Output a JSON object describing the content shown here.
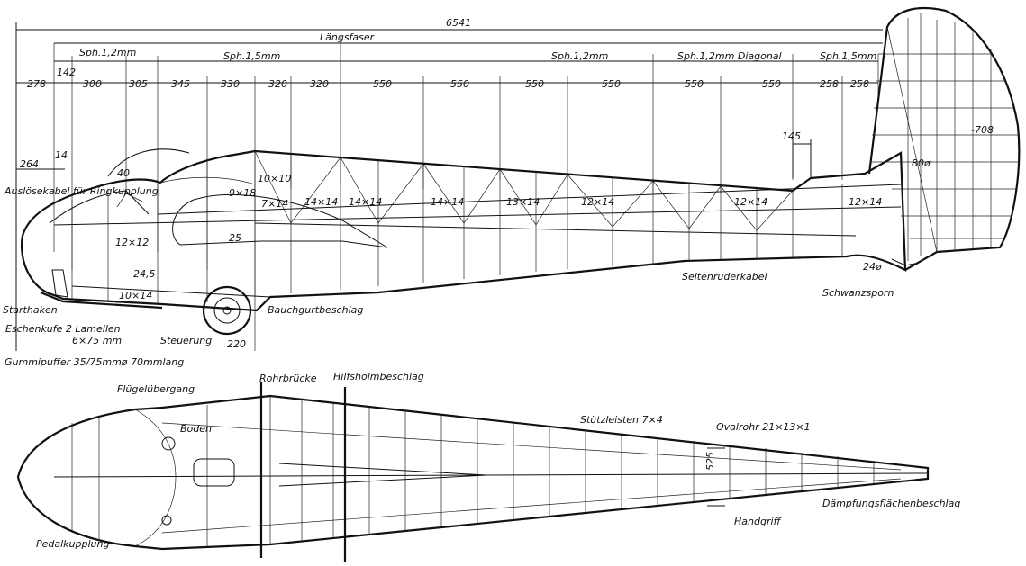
{
  "top_dimensions": {
    "overall": "6541",
    "longitudinal_grain": "Längsfaser",
    "skin_segments": [
      "Sph.1,2mm",
      "Sph.1,5mm",
      "Sph.1,2mm",
      "Sph.1,2mm Diagonal",
      "Sph.1,5mm"
    ],
    "stations": [
      "278",
      "142",
      "300",
      "305",
      "345",
      "330",
      "320",
      "320",
      "550",
      "550",
      "550",
      "550",
      "550",
      "550",
      "258",
      "258"
    ]
  },
  "side_view": {
    "small_dims": [
      "264",
      "14",
      "40",
      "145",
      "-708",
      "80ø",
      "25",
      "24,5",
      "24ø"
    ],
    "sections": [
      "10×10",
      "9×18",
      "7×14",
      "14×14",
      "14×14",
      "14×14",
      "13×14",
      "12×14",
      "12×14",
      "12×14",
      "12×12",
      "10×14"
    ],
    "labels": {
      "release_cable": "Auslösekabel für Ringkupplung",
      "start_hook": "Starthaken",
      "skid": "Eschenkufe 2 Lamellen",
      "skid_size": "6×75 mm",
      "rubber_buffer": "Gummipuffer 35/75mmø 70mmlang",
      "controls": "Steuerung",
      "wheel": "220",
      "belly_fitting": "Bauchgurtbeschlag",
      "rudder_cable": "Seitenruderkabel",
      "tail_skid": "Schwanzsporn"
    }
  },
  "plan_view": {
    "labels": {
      "wing_transition": "Flügelübergang",
      "tube_bridge": "Rohrbrücke",
      "aux_spar_fitting": "Hilfsholmbeschlag",
      "floor": "Boden",
      "stringers": "Stützleisten 7×4",
      "oval_tube": "Ovalrohr 21×13×1",
      "dim_525": "525",
      "handle": "Handgriff",
      "stabilizer_fitting": "Dämpfungsflächenbeschlag",
      "pedal_coupling": "Pedalkupplung"
    }
  }
}
